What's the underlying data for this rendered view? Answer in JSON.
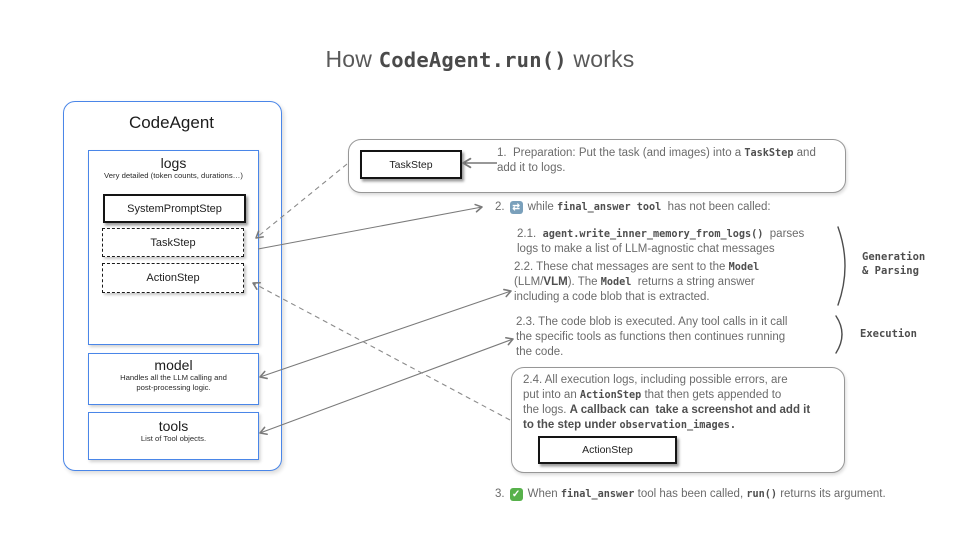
{
  "title": {
    "pre": "How ",
    "code": "CodeAgent.run()",
    "post": " works"
  },
  "agent": {
    "name": "CodeAgent",
    "logs": {
      "title": "logs",
      "subtitle": "Very detailed (token counts, durations…)",
      "items": [
        {
          "label": "SystemPromptStep",
          "style": "solid"
        },
        {
          "label": "TaskStep",
          "style": "dashed"
        },
        {
          "label": "ActionStep",
          "style": "dashed"
        }
      ]
    },
    "model": {
      "title": "model",
      "subtitle_line1": "Handles all the LLM calling and",
      "subtitle_line2": "post-processing logic."
    },
    "tools": {
      "title": "tools",
      "subtitle": "List of Tool objects."
    }
  },
  "flow": {
    "step1": {
      "tag": "TaskStep",
      "lines": [
        {
          "s1": "1.  Preparation: Put the task (and images) into a ",
          "c1": "TaskStep",
          "s2": " and"
        },
        {
          "s1": "add it to logs."
        }
      ]
    },
    "step2": {
      "num": "2.",
      "s1": "while ",
      "c1": "final_answer tool",
      "s2": "  has not been called:"
    },
    "step2_1": {
      "lines": [
        {
          "s1": "2.1.  ",
          "c1": "agent.write_inner_memory_from_logs()",
          "s2": "  parses"
        },
        {
          "s1": "logs to make a list of LLM-agnostic chat messages"
        }
      ]
    },
    "step2_2": {
      "lines": [
        {
          "s1": "2.2. These chat messages are sent to the ",
          "c1": "Model"
        },
        {
          "s1": "(LLM/",
          "b1": "VLM",
          "s2": "). The ",
          "c1": "Model",
          "s3": "  returns a string answer"
        },
        {
          "s1": "including a code blob that is extracted."
        }
      ]
    },
    "step2_3": {
      "lines": [
        {
          "s1": "2.3. The code blob is executed. Any tool calls in it call"
        },
        {
          "s1": "the specific tools as functions then continues running"
        },
        {
          "s1": "the code."
        }
      ]
    },
    "step2_4": {
      "tag": "ActionStep",
      "lines": [
        {
          "s1": "2.4. All execution logs, including possible errors, are"
        },
        {
          "s1": "put into an ",
          "c1": "ActionStep",
          "s2": " that then gets appended to"
        },
        {
          "s1": "the logs. ",
          "b1": "A callback can  take a screenshot and add it"
        },
        {
          "b1": "to the step under ",
          "c1": "observation_images."
        }
      ]
    },
    "step3": {
      "num": "3.",
      "s1": "When ",
      "c1": "final_answer",
      "s2": " tool has been called, ",
      "c2": "run()",
      "s3": " returns its argument."
    }
  },
  "side_labels": {
    "generation_line1": "Generation",
    "generation_line2": "& Parsing",
    "execution": "Execution"
  },
  "icons": {
    "loop_glyph": "⇄",
    "check_glyph": "✓"
  },
  "colors": {
    "accent_blue": "#4a86e8",
    "arrow_gray": "#7a7a7a",
    "loop_icon_blue": "#7aa0bb",
    "check_icon_green": "#57b14b"
  }
}
